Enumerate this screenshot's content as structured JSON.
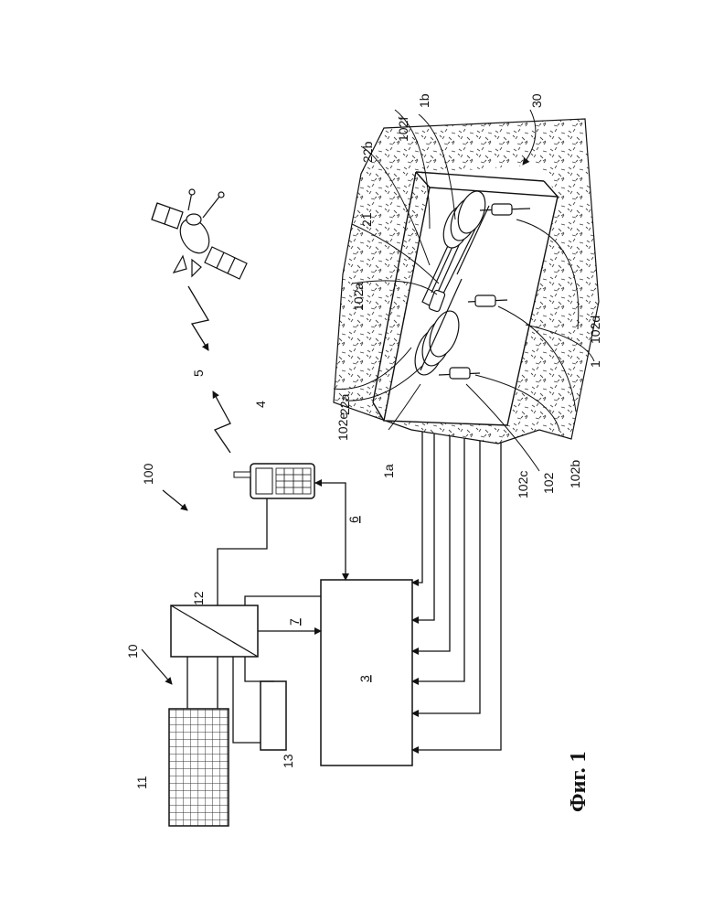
{
  "caption": "Фиг. 1",
  "labels": {
    "l100": "100",
    "l10": "10",
    "l11": "11",
    "l12": "12",
    "l13": "13",
    "l3": "3",
    "l4": "4",
    "l5": "5",
    "l6": "6",
    "l7": "7",
    "l1": "1",
    "l1a": "1a",
    "l1b": "1b",
    "l21": "21",
    "l22a": "22a",
    "l22b": "22b",
    "l30": "30",
    "l102": "102",
    "l102a": "102a",
    "l102b": "102b",
    "l102c": "102c",
    "l102d": "102d",
    "l102e": "102e",
    "l102f": "102f"
  }
}
